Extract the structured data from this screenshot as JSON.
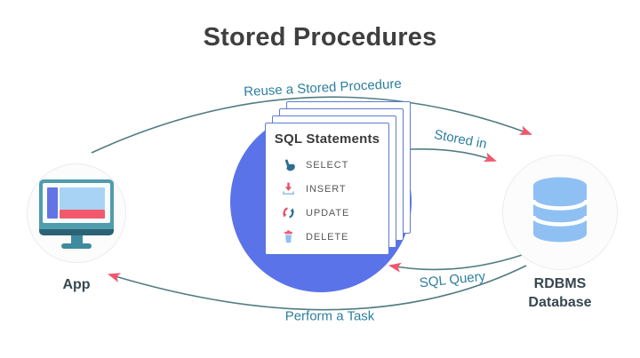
{
  "title": "Stored Procedures",
  "nodes": {
    "app": {
      "label": "App",
      "icon": "monitor-icon"
    },
    "database": {
      "line1": "RDBMS",
      "line2": "Database",
      "icon": "database-cylinder-icon"
    }
  },
  "card": {
    "title": "SQL Statements",
    "stack_count": 4,
    "items": [
      {
        "icon": "select-hand-icon",
        "label": "SELECT"
      },
      {
        "icon": "insert-download-icon",
        "label": "INSERT"
      },
      {
        "icon": "update-refresh-icon",
        "label": "UPDATE"
      },
      {
        "icon": "delete-trash-icon",
        "label": "DELETE"
      }
    ]
  },
  "arrows": {
    "reuse": {
      "label": "Reuse a Stored Procedure",
      "from": "App",
      "to": "RDBMS Database"
    },
    "stored_in": {
      "label": "Stored in",
      "from": "SQL Statements",
      "to": "RDBMS Database"
    },
    "sql_query": {
      "label": "SQL Query",
      "from": "RDBMS Database",
      "to": "SQL Statements"
    },
    "perform": {
      "label": "Perform a Task",
      "from": "RDBMS Database",
      "to": "App"
    }
  },
  "colors": {
    "background": "#ffffff",
    "title_text": "#3f3f3f",
    "big_circle_blue": "#5b73e8",
    "card_border_blue": "#5c7ad3",
    "arc_stroke_teal": "#527c80",
    "arc_label_teal": "#2d7f9d",
    "arrowhead_pink": "#f4546d",
    "db_cylinder_blue": "#8fc0f4",
    "monitor_frame_teal": "#4f9cad",
    "monitor_accent_pink": "#f2596d",
    "monitor_accent_blue": "#6374e4"
  }
}
